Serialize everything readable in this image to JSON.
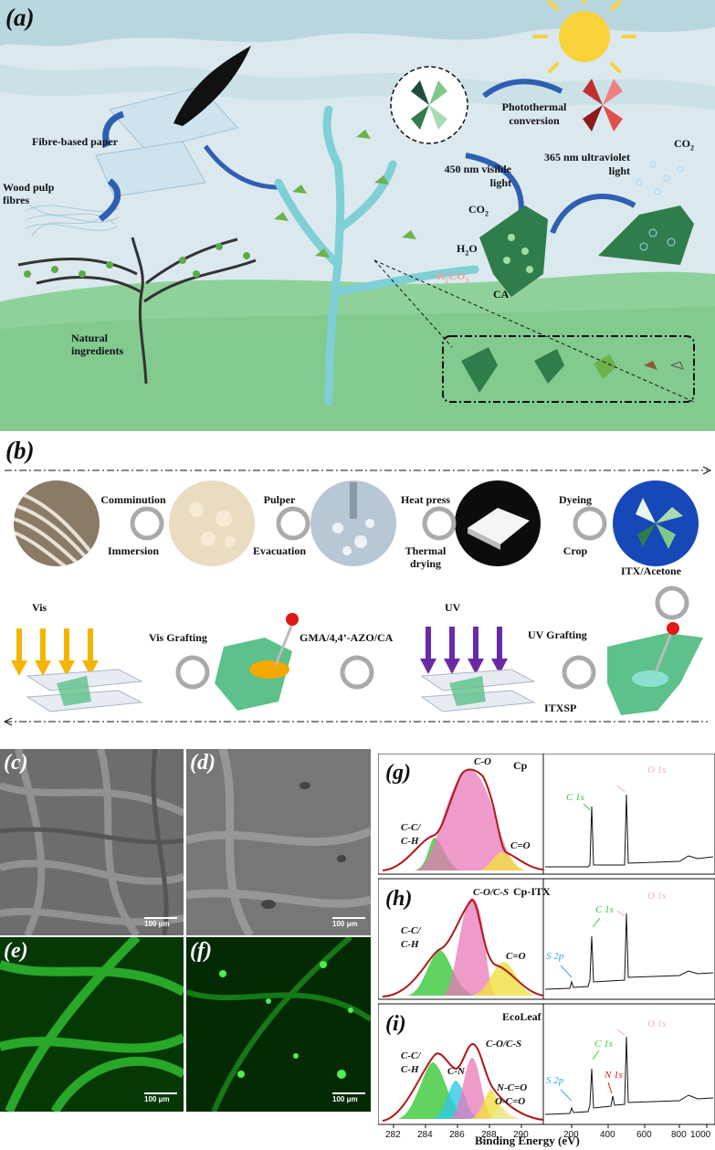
{
  "panel_a": {
    "letter": "(a)",
    "labels": {
      "fibre_paper": "Fibre-based paper",
      "wood_pulp": "Wood pulp fibres",
      "natural_ingredients": "Natural ingredients",
      "photothermal": "Photothermal conversion",
      "visible_light": "450 nm visible light",
      "uv_light": "365 nm ultraviolet light",
      "co2": "CO",
      "co2_sub": "2",
      "h2o_a": "H",
      "h2o_sub": "2",
      "h2o_b": "O",
      "h2co3_a": "H",
      "h2co3_sub1": "2",
      "h2co3_b": "CO",
      "h2co3_sub2": "3",
      "ca": "CA"
    }
  },
  "panel_b": {
    "letter": "(b)",
    "steps_top": [
      {
        "top": "Comminution",
        "bottom": "Immersion"
      },
      {
        "top": "Pulper",
        "bottom": "Evacuation"
      },
      {
        "top": "Heat press",
        "bottom": "Thermal drying"
      },
      {
        "top": "Dyeing",
        "bottom": "Crop"
      }
    ],
    "itx_acetone": "ITX/Acetone",
    "vis": "Vis",
    "vis_grafting": "Vis Grafting",
    "gma": "GMA/4,4’-AZO/CA",
    "uv": "UV",
    "uv_grafting": "UV Grafting",
    "itxsp": "ITXSP"
  },
  "sem": {
    "c": "(c)",
    "d": "(d)",
    "e": "(e)",
    "f": "(f)",
    "scale": "100 μm"
  },
  "xps": {
    "x_axis_label": "Binding Energy (eV)",
    "panels": [
      {
        "letter": "(g)",
        "sample": "Cp",
        "peaks": [
          "C-O",
          "C-C/",
          "C-H",
          "C=O"
        ],
        "survey": [
          "C 1s",
          "O 1s"
        ]
      },
      {
        "letter": "(h)",
        "sample": "Cp-ITX",
        "peaks": [
          "C-O/C-S",
          "C-C/",
          "C-H",
          "C=O"
        ],
        "survey": [
          "S 2p",
          "C 1s",
          "O 1s"
        ]
      },
      {
        "letter": "(i)",
        "sample": "EcoLeaf",
        "peaks": [
          "C-O/C-S",
          "C-C/",
          "C-H",
          "C-N",
          "N-C=O",
          "O-C=O"
        ],
        "survey": [
          "S 2p",
          "C 1s",
          "N 1s",
          "O 1s"
        ]
      }
    ],
    "hr_ticks": [
      "282",
      "284",
      "286",
      "288",
      "290"
    ],
    "survey_ticks": [
      "200",
      "400",
      "600",
      "800",
      "1000"
    ]
  },
  "colors": {
    "sky": "#cfe2e8",
    "grass": "#7fc88a",
    "leaf": "#2f7d4a",
    "arrow_blue": "#2f5fb0",
    "xps_envelope": "#b01818",
    "xps_pink": "#e878b8",
    "xps_green": "#39c839",
    "xps_yellow": "#f0e040",
    "xps_cyan": "#30c8e8",
    "sem_gray": "#6a6a6a",
    "fluor_green": "#1fa51f"
  }
}
